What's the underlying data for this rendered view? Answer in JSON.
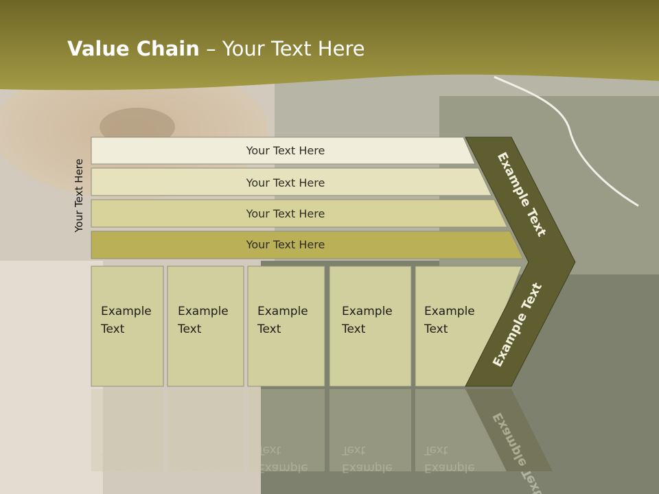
{
  "slide": {
    "title_bold": "Value Chain",
    "title_rest": " – Your Text Here",
    "side_label": "Your Text Here"
  },
  "ribbons": [
    {
      "label": "Your Text Here",
      "fill": "#f0eedb"
    },
    {
      "label": "Your Text Here",
      "fill": "#e5e2bd"
    },
    {
      "label": "Your Text Here",
      "fill": "#d8d39a"
    },
    {
      "label": "Your Text Here",
      "fill": "#bab058"
    }
  ],
  "columns": [
    {
      "line1": "Example",
      "line2": "Text"
    },
    {
      "line1": "Example",
      "line2": "Text"
    },
    {
      "line1": "Example",
      "line2": "Text"
    },
    {
      "line1": "Example",
      "line2": "Text"
    },
    {
      "line1": "Example",
      "line2": "Text"
    }
  ],
  "chevron": {
    "upper_label": "Example Text",
    "lower_label": "Example Text",
    "fill": "#5e5e30"
  },
  "colors": {
    "header_band": "#8f8530",
    "column_fill": "#d0cf9e"
  }
}
